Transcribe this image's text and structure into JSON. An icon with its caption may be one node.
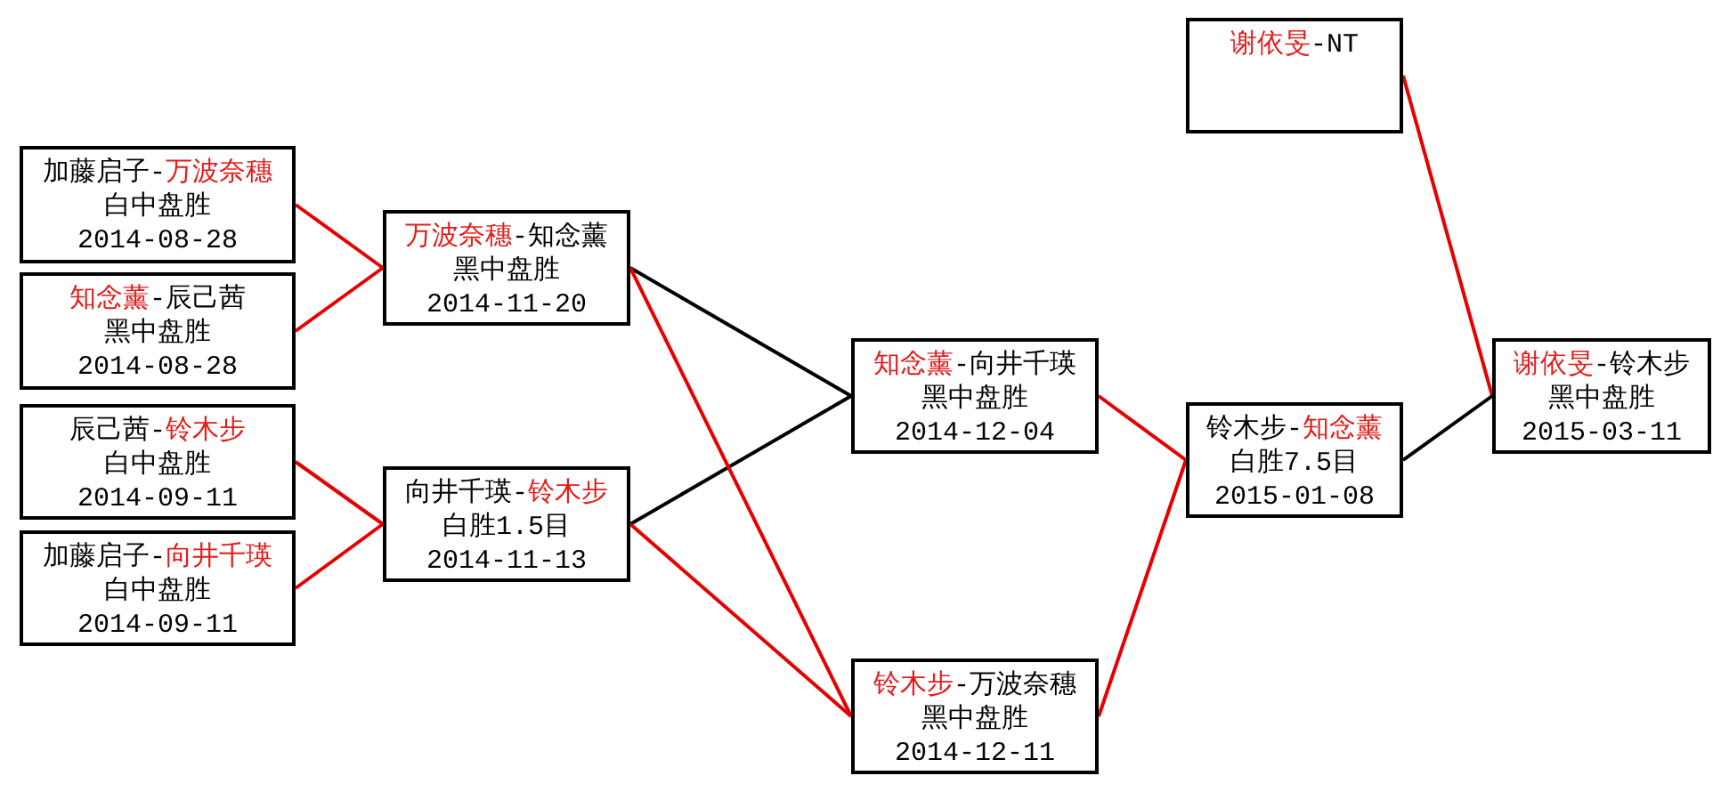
{
  "diagram": {
    "nodes": [
      {
        "text": [
          "加藤启子-**万波奈穗**",
          "白中盘胜",
          "2014-08-28"
        ]
      },
      {
        "text": [
          "**知念薰**-辰己茜",
          "黑中盘胜",
          "2014-08-28"
        ]
      },
      {
        "text": [
          "辰己茜-**铃木步**",
          "白中盘胜",
          "2014-09-11"
        ]
      },
      {
        "text": [
          "加藤启子-**向井千瑛**",
          "白中盘胜",
          "2014-09-11"
        ]
      },
      {
        "text": [
          "**万波奈穗**-知念薰",
          "黑中盘胜",
          "2014-11-20"
        ]
      },
      {
        "text": [
          "向井千瑛-**铃木步**",
          "白胜1.5目",
          "2014-11-13"
        ]
      },
      {
        "text": [
          "**知念薰**-向井千瑛",
          "黑中盘胜",
          "2014-12-04"
        ]
      },
      {
        "text": [
          "**铃木步**-万波奈穗",
          "黑中盘胜",
          "2014-12-11"
        ]
      },
      {
        "text": [
          "**谢依旻**-NT"
        ]
      },
      {
        "text": [
          "铃木步-**知念薰**",
          "白胜7.5目",
          "2015-01-08"
        ]
      },
      {
        "text": [
          "**谢依旻**-铃木步",
          "黑中盘胜",
          "2015-03-11"
        ]
      }
    ],
    "edges": [
      {
        "from": 0,
        "to": 4,
        "arrow": "none"
      },
      {
        "from": 1,
        "to": 4,
        "arrow": "none"
      },
      {
        "from": 2,
        "to": 5,
        "arrow": "none"
      },
      {
        "from": 3,
        "to": 5,
        "arrow": "none"
      },
      {
        "from": 4,
        "to": 6,
        "arrow": "none",
        "color": "#000000"
      },
      {
        "from": 5,
        "to": 6,
        "arrow": "none",
        "color": "#000000"
      },
      {
        "from": 4,
        "to": 7,
        "arrow": "none"
      },
      {
        "from": 5,
        "to": 7,
        "arrow": "none"
      },
      {
        "from": 6,
        "to": 9,
        "arrow": "none"
      },
      {
        "from": 7,
        "to": 9,
        "arrow": "none"
      },
      {
        "from": 8,
        "to": 10,
        "arrow": "none"
      },
      {
        "from": 9,
        "to": 10,
        "arrow": "none",
        "color": "#000000"
      }
    ]
  }
}
